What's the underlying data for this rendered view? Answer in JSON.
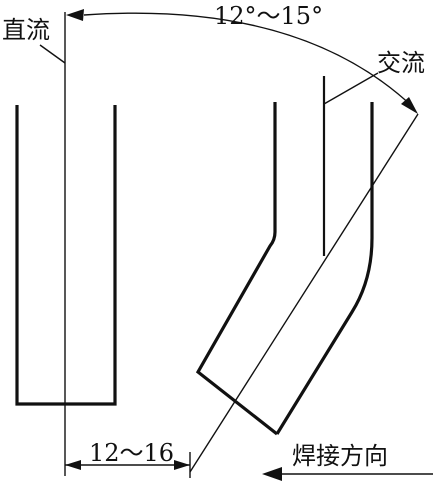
{
  "labels": {
    "dc": "直流",
    "ac": "交流",
    "angle": "12°～15°",
    "gap": "12～16",
    "direction": "焊接方向"
  }
}
